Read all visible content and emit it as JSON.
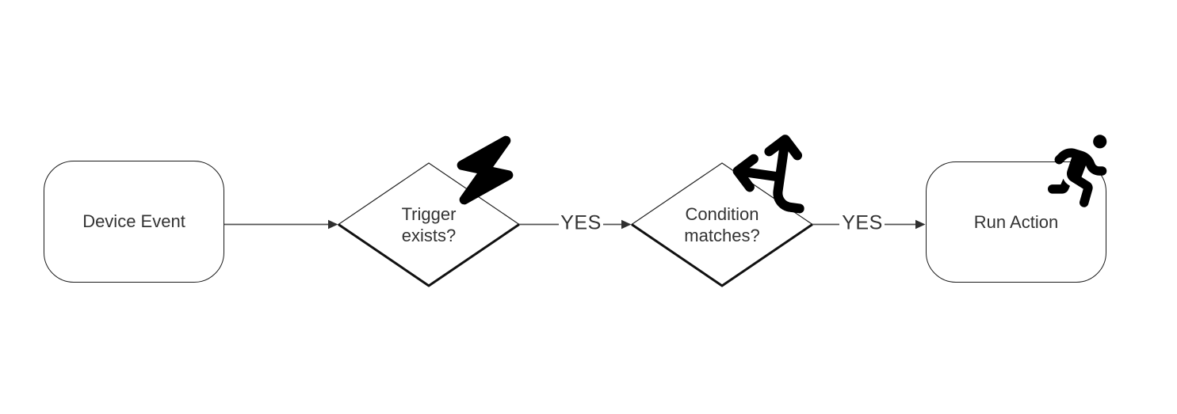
{
  "colors": {
    "background": "#ffffff",
    "node_border": "#1a1a1a",
    "node_fill": "#ffffff",
    "diamond_stroke_thin": "#222222",
    "diamond_stroke_thick": "#111111",
    "connector": "#545454",
    "arrowhead": "#2f2f2f",
    "text": "#333333",
    "icon": "#000000"
  },
  "nodes": {
    "device_event": {
      "shape": "rounded-rectangle",
      "label": "Device Event"
    },
    "trigger_exists": {
      "shape": "diamond",
      "label_line1": "Trigger",
      "label_line2": "exists?",
      "icon": "lightning-bolt-icon"
    },
    "condition_matches": {
      "shape": "diamond",
      "label_line1": "Condition",
      "label_line2": "matches?",
      "icon": "arrows-split-up-left-icon"
    },
    "run_action": {
      "shape": "rounded-rectangle",
      "label": "Run Action",
      "icon": "person-running-icon"
    }
  },
  "edges": [
    {
      "from": "device_event",
      "to": "trigger_exists",
      "label": ""
    },
    {
      "from": "trigger_exists",
      "to": "condition_matches",
      "label": "YES"
    },
    {
      "from": "condition_matches",
      "to": "run_action",
      "label": "YES"
    }
  ]
}
